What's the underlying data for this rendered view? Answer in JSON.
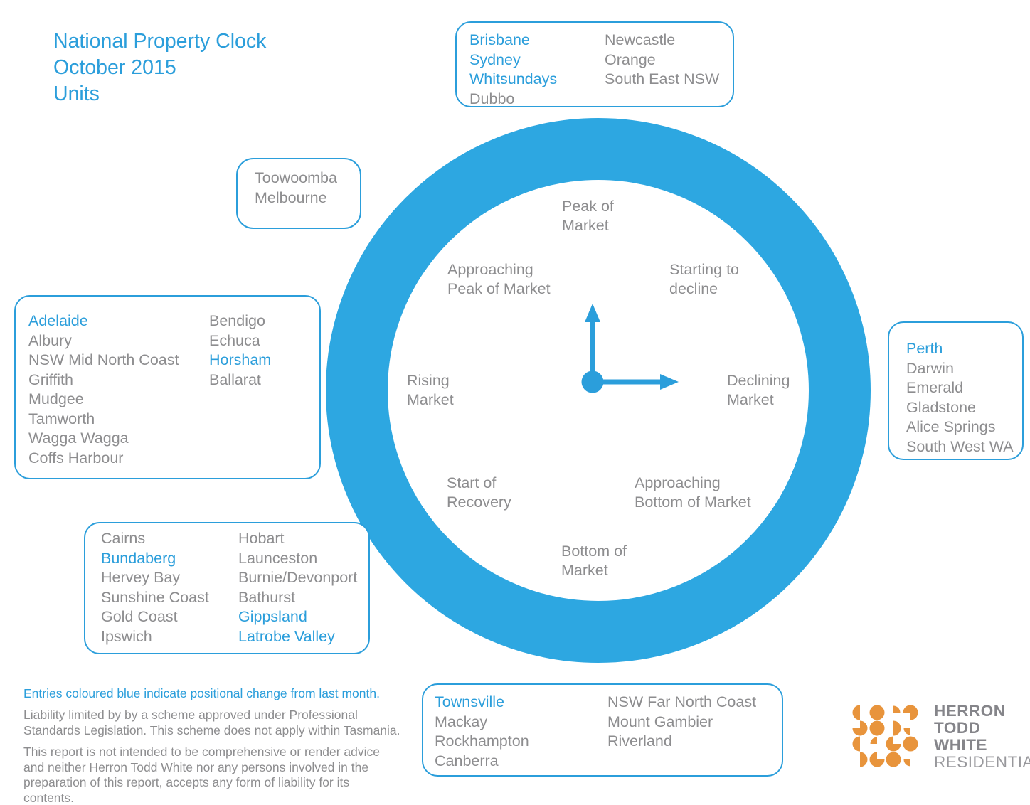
{
  "title": {
    "text": "National Property Clock\nOctober 2015\nUnits"
  },
  "clock": {
    "labels": {
      "peak": "Peak of\nMarket",
      "approaching_peak": "Approaching\nPeak of Market",
      "starting_to_decline": "Starting to\ndecline",
      "rising": "Rising\nMarket",
      "declining": "Declining\nMarket",
      "start_of_recovery": "Start of\nRecovery",
      "approaching_bottom": "Approaching\nBottom of Market",
      "bottom": "Bottom of\nMarket"
    },
    "hands": {
      "minute_direction": "up",
      "hour_direction": "right"
    }
  },
  "boxes": {
    "top": {
      "position": "peak-of-market",
      "col1": [
        {
          "label": "Brisbane",
          "changed": true
        },
        {
          "label": "Sydney",
          "changed": true
        },
        {
          "label": "Whitsundays",
          "changed": true
        },
        {
          "label": "Dubbo",
          "changed": false
        }
      ],
      "col2": [
        {
          "label": "Newcastle",
          "changed": false
        },
        {
          "label": "Orange",
          "changed": false
        },
        {
          "label": "South East NSW",
          "changed": false
        }
      ]
    },
    "upper_left": {
      "position": "approaching-peak-of-market",
      "col1": [
        {
          "label": "Toowoomba",
          "changed": false
        },
        {
          "label": "Melbourne",
          "changed": false
        }
      ]
    },
    "left": {
      "position": "rising-market",
      "col1": [
        {
          "label": "Adelaide",
          "changed": true
        },
        {
          "label": "Albury",
          "changed": false
        },
        {
          "label": "NSW Mid North Coast",
          "changed": false
        },
        {
          "label": "Griffith",
          "changed": false
        },
        {
          "label": "Mudgee",
          "changed": false
        },
        {
          "label": "Tamworth",
          "changed": false
        },
        {
          "label": "Wagga Wagga",
          "changed": false
        },
        {
          "label": "Coffs Harbour",
          "changed": false
        }
      ],
      "col2": [
        {
          "label": "Bendigo",
          "changed": false
        },
        {
          "label": "Echuca",
          "changed": false
        },
        {
          "label": "Horsham",
          "changed": true
        },
        {
          "label": "Ballarat",
          "changed": false
        }
      ]
    },
    "right": {
      "position": "declining-market",
      "col1": [
        {
          "label": "Perth",
          "changed": true
        },
        {
          "label": "Darwin",
          "changed": false
        },
        {
          "label": "Emerald",
          "changed": false
        },
        {
          "label": "Gladstone",
          "changed": false
        },
        {
          "label": "Alice Springs",
          "changed": false
        },
        {
          "label": "South West WA",
          "changed": false
        }
      ]
    },
    "lower_left": {
      "position": "start-of-recovery",
      "col1": [
        {
          "label": "Cairns",
          "changed": false
        },
        {
          "label": "Bundaberg",
          "changed": true
        },
        {
          "label": "Hervey Bay",
          "changed": false
        },
        {
          "label": "Sunshine Coast",
          "changed": false
        },
        {
          "label": "Gold Coast",
          "changed": false
        },
        {
          "label": "Ipswich",
          "changed": false
        }
      ],
      "col2": [
        {
          "label": "Hobart",
          "changed": false
        },
        {
          "label": "Launceston",
          "changed": false
        },
        {
          "label": "Burnie/Devonport",
          "changed": false
        },
        {
          "label": "Bathurst",
          "changed": false
        },
        {
          "label": "Gippsland",
          "changed": true
        },
        {
          "label": "Latrobe Valley",
          "changed": true
        }
      ]
    },
    "bottom": {
      "position": "bottom-of-market",
      "col1": [
        {
          "label": "Townsville",
          "changed": true
        },
        {
          "label": "Mackay",
          "changed": false
        },
        {
          "label": "Rockhampton",
          "changed": false
        },
        {
          "label": "Canberra",
          "changed": false
        }
      ],
      "col2": [
        {
          "label": "NSW Far North Coast",
          "changed": false
        },
        {
          "label": "Mount Gambier",
          "changed": false
        },
        {
          "label": "Riverland",
          "changed": false
        }
      ]
    }
  },
  "footer": {
    "note": "Entries coloured blue indicate positional change from last month.",
    "liability": "Liability limited by by a scheme approved under Professional\nStandards Legislation. This scheme does not apply within Tasmania.",
    "report": "This report is not intended to be comprehensive or render advice\nand neither Herron Todd White nor any persons involved in the\npreparation of this report, accepts any form of liability for its\ncontents."
  },
  "logo": {
    "mark_icon": "htw-dot-matrix-logo",
    "lines": [
      "HERRON",
      "TODD",
      "WHITE",
      "RESIDENTIAL"
    ]
  },
  "colors": {
    "blue_text": "#2b9edb",
    "ring_blue": "#2da7e1",
    "gray_text": "#8d8d8f",
    "logo_orange": "#e8943c"
  }
}
